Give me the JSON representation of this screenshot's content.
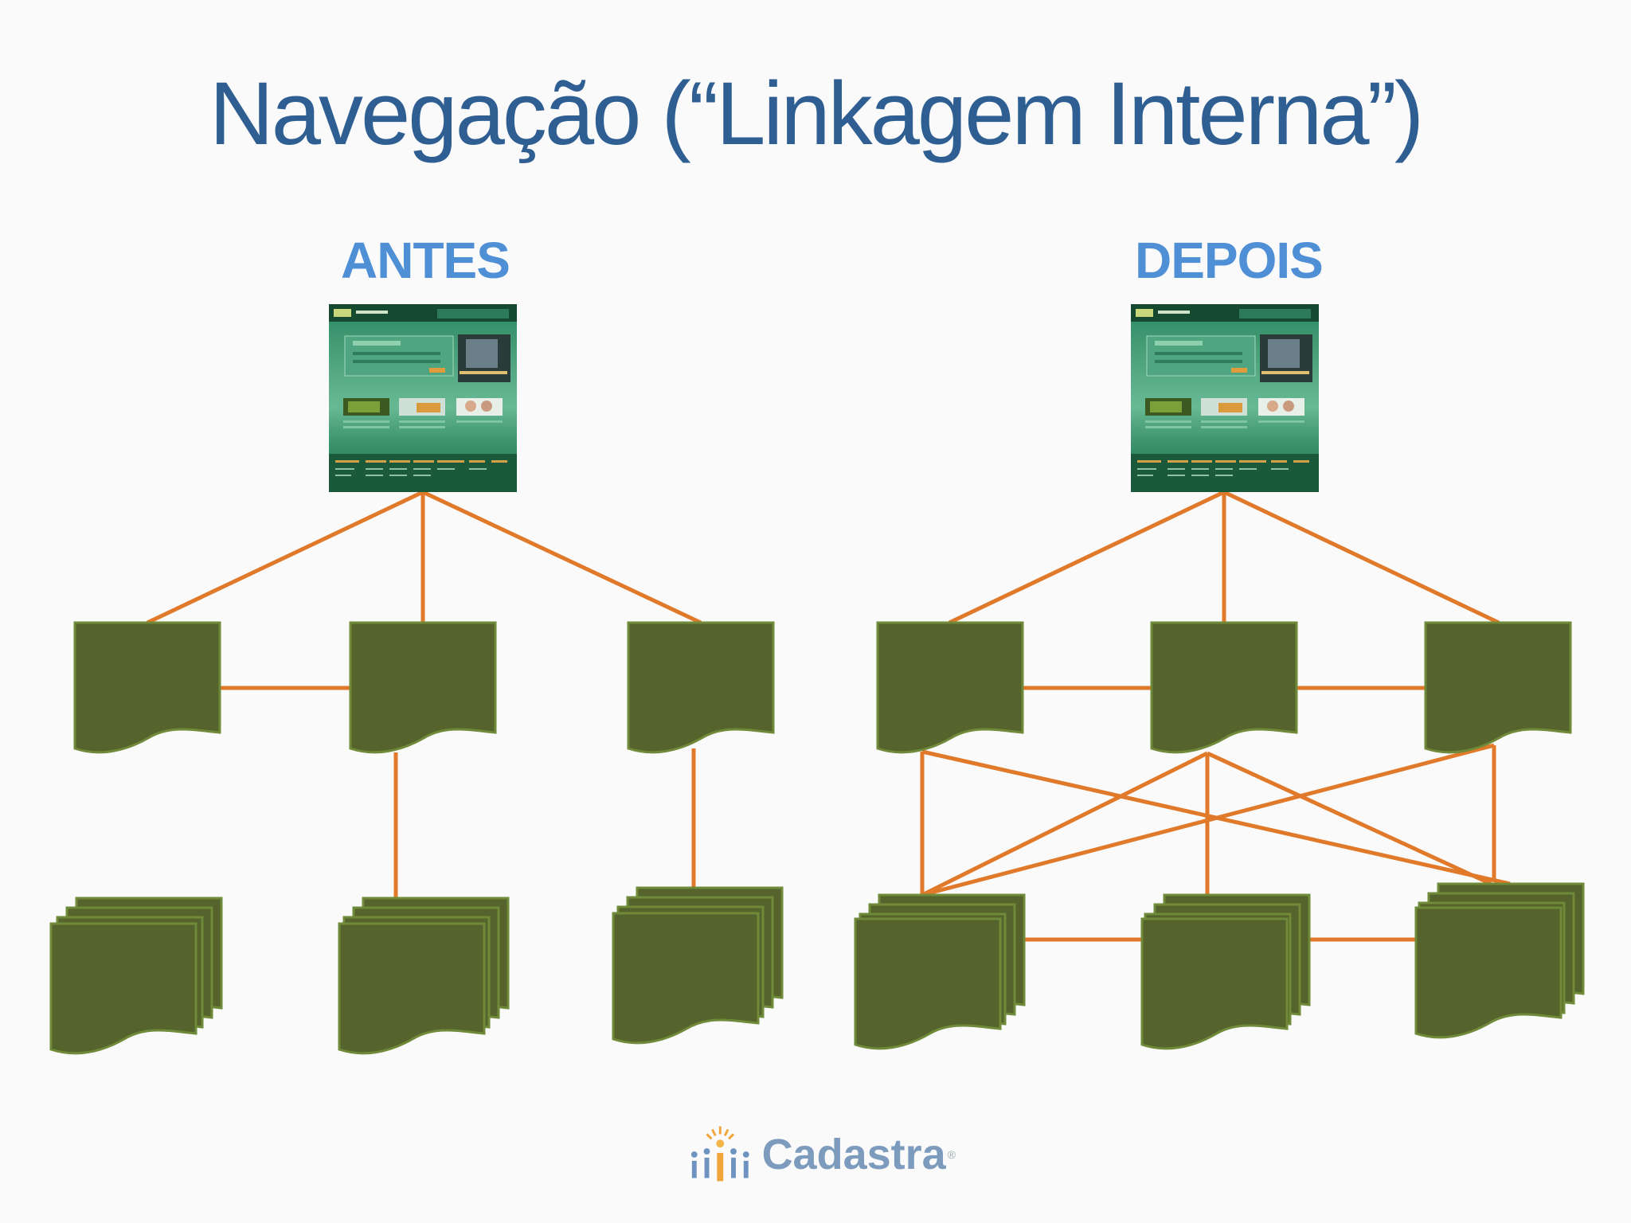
{
  "title": "Navegação (“Linkagem Interna”)",
  "left_label": "ANTES",
  "right_label": "DEPOIS",
  "logo": {
    "text": "Cadastra",
    "registered": "®"
  },
  "colors": {
    "title": "#2f5f92",
    "label": "#4f8fd6",
    "page_fill": "#55632c",
    "page_stroke": "#6f8a38",
    "link_line": "#e07a2a",
    "thumbnail_green": "#1f6b4a"
  },
  "diagram": {
    "description_nodes": "home thumbnail, 3 level-1 pages, 3 level-2 page stacks per side",
    "antes_links": [
      "home-l1a",
      "home-l1b",
      "home-l1c",
      "l1a-l1b",
      "l1b-l2b",
      "l1c-l2c"
    ],
    "depois_links": [
      "home-l1a",
      "home-l1b",
      "home-l1c",
      "l1a-l1b",
      "l1b-l1c",
      "l1a-l2a",
      "l1b-l2b",
      "l1c-l2c",
      "l1a-l2c",
      "l1b-l2a",
      "l1b-l2c",
      "l1c-l2a",
      "l2a-l2b",
      "l2b-l2c"
    ]
  }
}
